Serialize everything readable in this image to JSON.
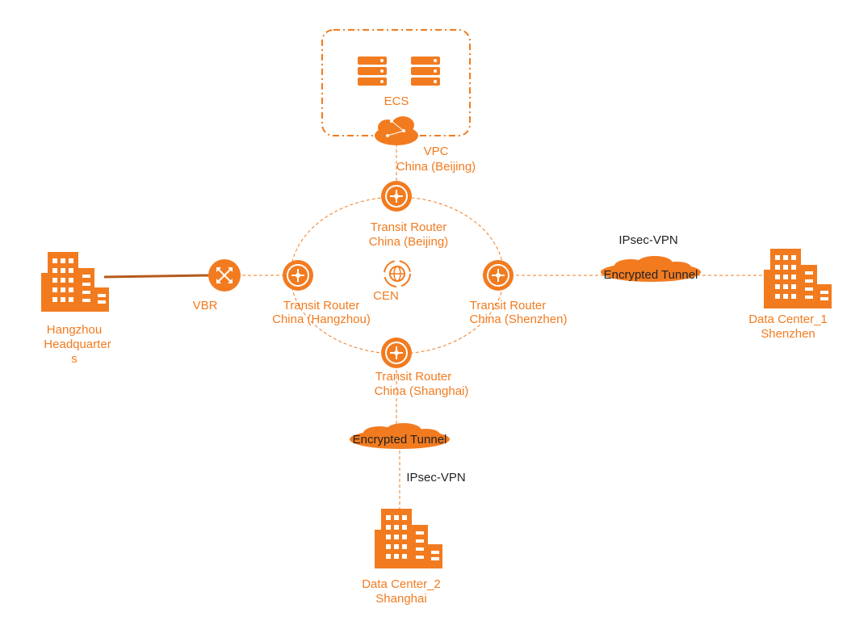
{
  "colors": {
    "accent": "#f27b1f",
    "dark_line": "#b55a1c",
    "text_black": "#222222"
  },
  "vpc_box": {
    "ecs_label": "ECS",
    "vpc_label": "VPC",
    "vpc_region": "China (Beijing)",
    "icons": [
      "server-icon",
      "server-icon",
      "vpc-cloud-icon"
    ]
  },
  "routers": {
    "beijing": {
      "line1": "Transit Router",
      "line2": "China (Beijing)"
    },
    "hangzhou": {
      "line1": "Transit Router",
      "line2": "China (Hangzhou)"
    },
    "shenzhen": {
      "line1": "Transit Router",
      "line2": "China (Shenzhen)"
    },
    "shanghai": {
      "line1": "Transit Router",
      "line2": "China (Shanghai)"
    }
  },
  "cen": {
    "label": "CEN",
    "icon": "cen-icon"
  },
  "vbr": {
    "label": "VBR",
    "icon": "vbr-icon"
  },
  "hangzhou_hq": {
    "line1": "Hangzhou",
    "line2": "Headquarter",
    "line3": "s",
    "icon": "building-icon"
  },
  "shenzhen_dc": {
    "vpn_label": "IPsec-VPN",
    "tunnel_label": "Encrypted Tunnel",
    "line1": "Data Center_1",
    "line2": "Shenzhen",
    "icon": "building-icon"
  },
  "shanghai_dc": {
    "vpn_label": "IPsec-VPN",
    "tunnel_label": "Encrypted Tunnel",
    "line1": "Data Center_2",
    "line2": "Shanghai",
    "icon": "building-icon"
  }
}
